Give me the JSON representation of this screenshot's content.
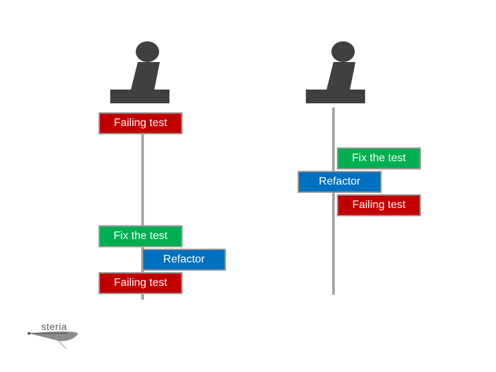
{
  "colors": {
    "failing": "#c00000",
    "fix": "#00b050",
    "refactor": "#0070c0",
    "lifeline": "#a6a6a6",
    "person": "#404040"
  },
  "actors": [
    {
      "icon": "person-icon",
      "steps": [
        {
          "kind": "failing",
          "label": "Failing test"
        },
        {
          "kind": "fix",
          "label": "Fix the test"
        },
        {
          "kind": "refactor",
          "label": "Refactor"
        },
        {
          "kind": "failing",
          "label": "Failing test"
        }
      ]
    },
    {
      "icon": "person-icon",
      "steps": [
        {
          "kind": "fix",
          "label": "Fix the test"
        },
        {
          "kind": "refactor",
          "label": "Refactor"
        },
        {
          "kind": "failing",
          "label": "Failing test"
        }
      ]
    }
  ],
  "logo": {
    "text": "steria"
  }
}
